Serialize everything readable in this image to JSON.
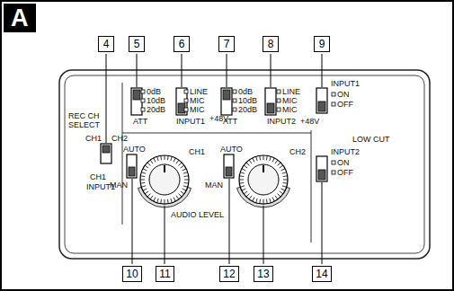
{
  "diagram": {
    "nodes": [
      {
        "text": [
          "A"
        ]
      },
      {
        "text": [
          "4"
        ]
      },
      {
        "text": [
          "5"
        ]
      },
      {
        "text": [
          "6"
        ]
      },
      {
        "text": [
          "7"
        ]
      },
      {
        "text": [
          "8"
        ]
      },
      {
        "text": [
          "9"
        ]
      },
      {
        "text": [
          "10"
        ]
      },
      {
        "text": [
          "11"
        ]
      },
      {
        "text": [
          "12"
        ]
      },
      {
        "text": [
          "13"
        ]
      },
      {
        "text": [
          "14"
        ]
      }
    ],
    "labels": [
      "REC CH",
      "SELECT",
      "CH1",
      "CH2",
      "CH1",
      "INPUT1",
      "0dB",
      "10dB",
      "20dB",
      "ATT",
      "LINE",
      "MIC",
      "MIC",
      "INPUT1",
      "+48V",
      "0dB",
      "10dB",
      "20dB",
      "ATT",
      "LINE",
      "MIC",
      "MIC",
      "INPUT2",
      "+48V",
      "INPUT1",
      "ON",
      "OFF",
      "LOW CUT",
      "INPUT2",
      "ON",
      "OFF",
      "AUTO",
      "MAN",
      "AUTO",
      "MAN",
      "CH1",
      "CH2",
      "AUDIO LEVEL"
    ]
  }
}
